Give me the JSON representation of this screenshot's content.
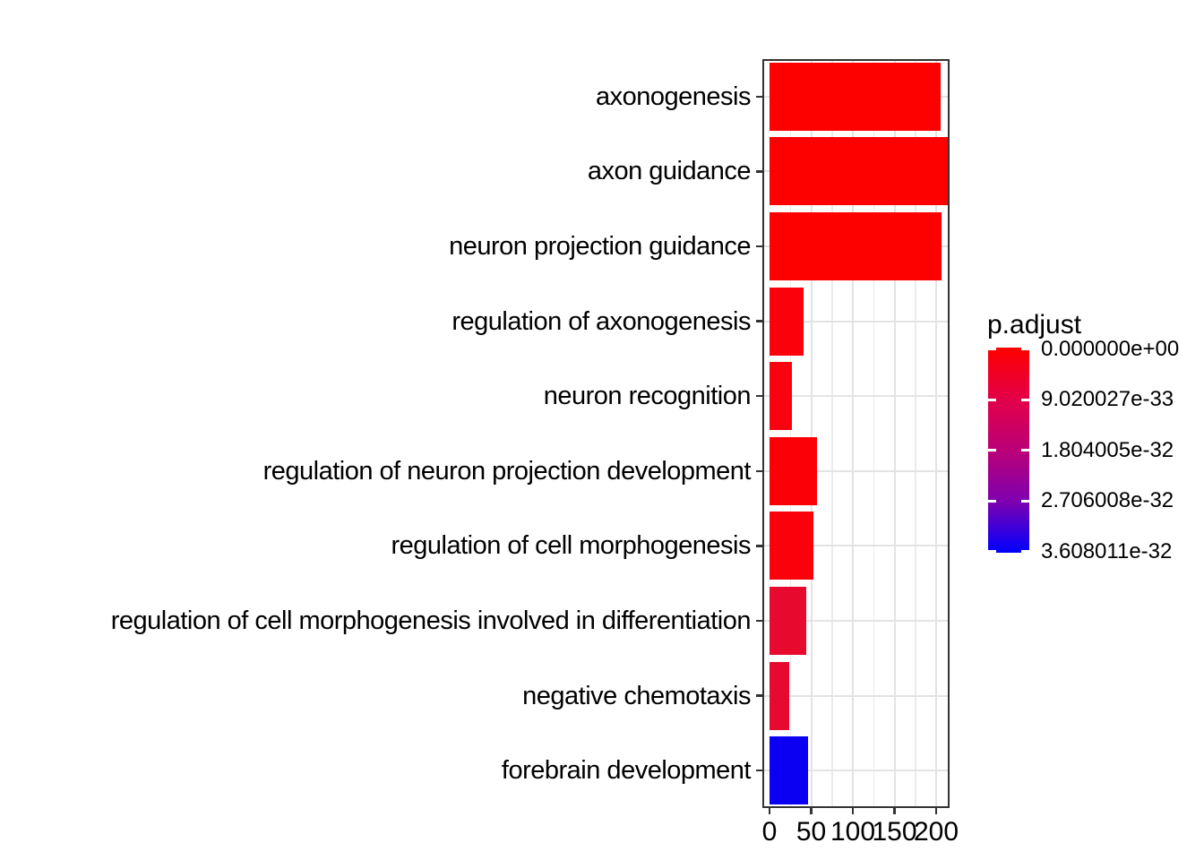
{
  "chart_data": {
    "type": "bar",
    "orientation": "horizontal",
    "title": "",
    "xlabel": "",
    "ylabel": "",
    "categories": [
      "axonogenesis",
      "axon guidance",
      "neuron projection guidance",
      "regulation of axonogenesis",
      "neuron recognition",
      "regulation of neuron projection development",
      "regulation of cell morphogenesis",
      "regulation of cell morphogenesis involved in differentiation",
      "negative chemotaxis",
      "forebrain development"
    ],
    "values": [
      205,
      214,
      206,
      41,
      27,
      57,
      53,
      44,
      24,
      46
    ],
    "bar_colors": [
      "#fd0000",
      "#fd0000",
      "#fd0000",
      "#fb010c",
      "#fa0310",
      "#fc0008",
      "#fb010b",
      "#e8092e",
      "#e70a2f",
      "#0b00f2"
    ],
    "x_axis": {
      "tick_values": [
        0,
        50,
        100,
        150,
        200
      ],
      "tick_labels": [
        "0",
        "50",
        "100",
        "150",
        "200"
      ],
      "minor_gridline_values": [
        25,
        75,
        125,
        175
      ],
      "range_drawn": [
        0,
        216
      ]
    },
    "grid": true,
    "legend": {
      "title": "p.adjust",
      "position": "right",
      "type": "continuous-color-gradient",
      "tick_labels": [
        "0.000000e+00",
        "9.020027e-33",
        "1.804005e-32",
        "2.706008e-32",
        "3.608011e-32"
      ],
      "gradient_stops": [
        "#ff0000",
        "#e30048",
        "#bb0077",
        "#7e00b0",
        "#0000ff"
      ]
    },
    "colors": {
      "background": "#ffffff",
      "panel_border": "#333333",
      "grid_major": "#e3e3e3",
      "grid_minor": "#ebebeb",
      "axis_text": "#000000",
      "tick_mark": "#333333"
    }
  }
}
